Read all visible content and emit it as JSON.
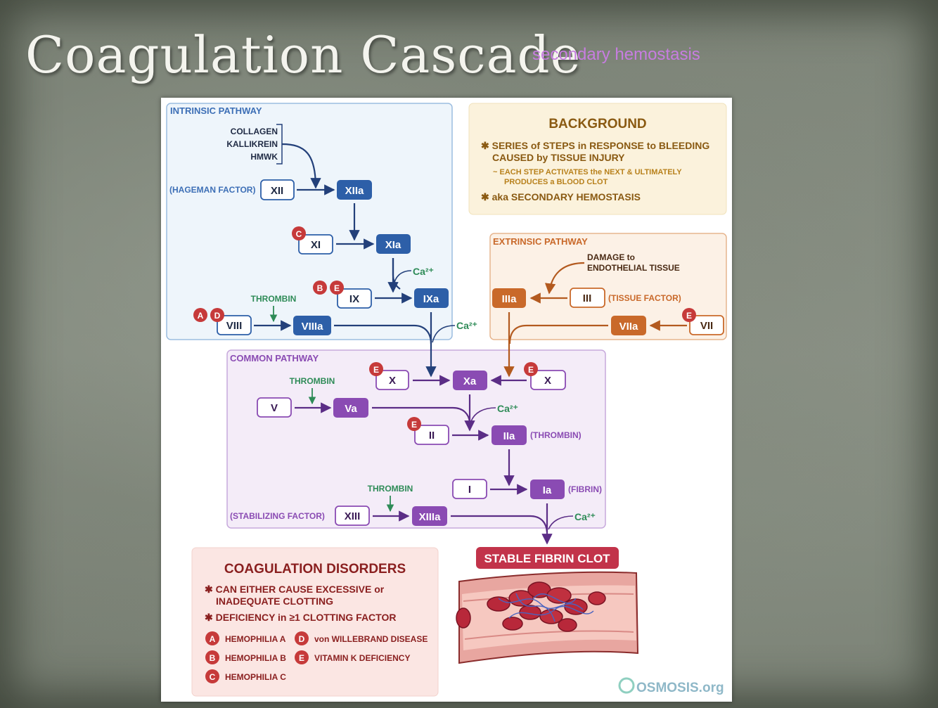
{
  "slide": {
    "title": "Coagulation Cascade",
    "subtitle": "secondary hemostasis"
  },
  "colors": {
    "intrinsic": "#2d5fa8",
    "extrinsic": "#c9692a",
    "common": "#8a4bb3",
    "background_box": "#b8811c",
    "disorders": "#a52a2a",
    "thrombin_label": "#2e8b57",
    "disorder_badge": "#c63a3a",
    "clot": "#c2334a"
  },
  "intrinsic": {
    "title": "INTRINSIC PATHWAY",
    "triggers": [
      "COLLAGEN",
      "KALLIKREIN",
      "HMWK"
    ],
    "hageman_label": "(HAGEMAN FACTOR)",
    "xii": "XII",
    "xiia": "XIIa",
    "xi": "XI",
    "xia": "XIa",
    "ix": "IX",
    "ixa": "IXa",
    "viii": "VIII",
    "viiia": "VIIIa",
    "thrombin": "THROMBIN",
    "ca": "Ca²⁺",
    "badge_xi": "C",
    "badge_ix_1": "B",
    "badge_ix_2": "E",
    "badge_viii_1": "A",
    "badge_viii_2": "D"
  },
  "background": {
    "title": "BACKGROUND",
    "bullet1_line1": "✱ SERIES of STEPS in RESPONSE to BLEEDING",
    "bullet1_line2": "CAUSED by TISSUE INJURY",
    "sub_line1": "~ EACH STEP ACTIVATES the NEXT & ULTIMATELY",
    "sub_line2": "PRODUCES a BLOOD CLOT",
    "bullet2": "✱ aka SECONDARY HEMOSTASIS"
  },
  "extrinsic": {
    "title": "EXTRINSIC PATHWAY",
    "damage_line1": "DAMAGE to",
    "damage_line2": "ENDOTHELIAL TISSUE",
    "iiia": "IIIa",
    "iii": "III",
    "tissue_factor": "(TISSUE FACTOR)",
    "viia": "VIIa",
    "vii": "VII",
    "badge_vii": "E",
    "ca": "Ca²⁺"
  },
  "common": {
    "title": "COMMON PATHWAY",
    "x_left": "X",
    "xa": "Xa",
    "x_right": "X",
    "badge_x_left": "E",
    "badge_x_right": "E",
    "thrombin_v": "THROMBIN",
    "v": "V",
    "va": "Va",
    "ca_va": "Ca²⁺",
    "ii": "II",
    "badge_ii": "E",
    "iia": "IIa",
    "thrombin_label": "(THROMBIN)",
    "i": "I",
    "ia": "Ia",
    "fibrin_label": "(FIBRIN)",
    "thrombin_xiii": "THROMBIN",
    "stabilizing": "(STABILIZING FACTOR)",
    "xiii": "XIII",
    "xiiia": "XIIIa",
    "ca_xiii": "Ca²⁺"
  },
  "clot": {
    "label": "STABLE FIBRIN CLOT"
  },
  "disorders": {
    "title": "COAGULATION DISORDERS",
    "bullet1_line1": "✱ CAN EITHER CAUSE EXCESSIVE or",
    "bullet1_line2": "INADEQUATE CLOTTING",
    "bullet2": "✱ DEFICIENCY in ≥1 CLOTTING FACTOR",
    "items": [
      {
        "badge": "A",
        "label": "HEMOPHILIA A"
      },
      {
        "badge": "B",
        "label": "HEMOPHILIA B"
      },
      {
        "badge": "C",
        "label": "HEMOPHILIA C"
      },
      {
        "badge": "D",
        "label": "von WILLEBRAND DISEASE"
      },
      {
        "badge": "E",
        "label": "VITAMIN K DEFICIENCY"
      }
    ]
  },
  "logo": {
    "text": "OSMOSIS.org"
  }
}
